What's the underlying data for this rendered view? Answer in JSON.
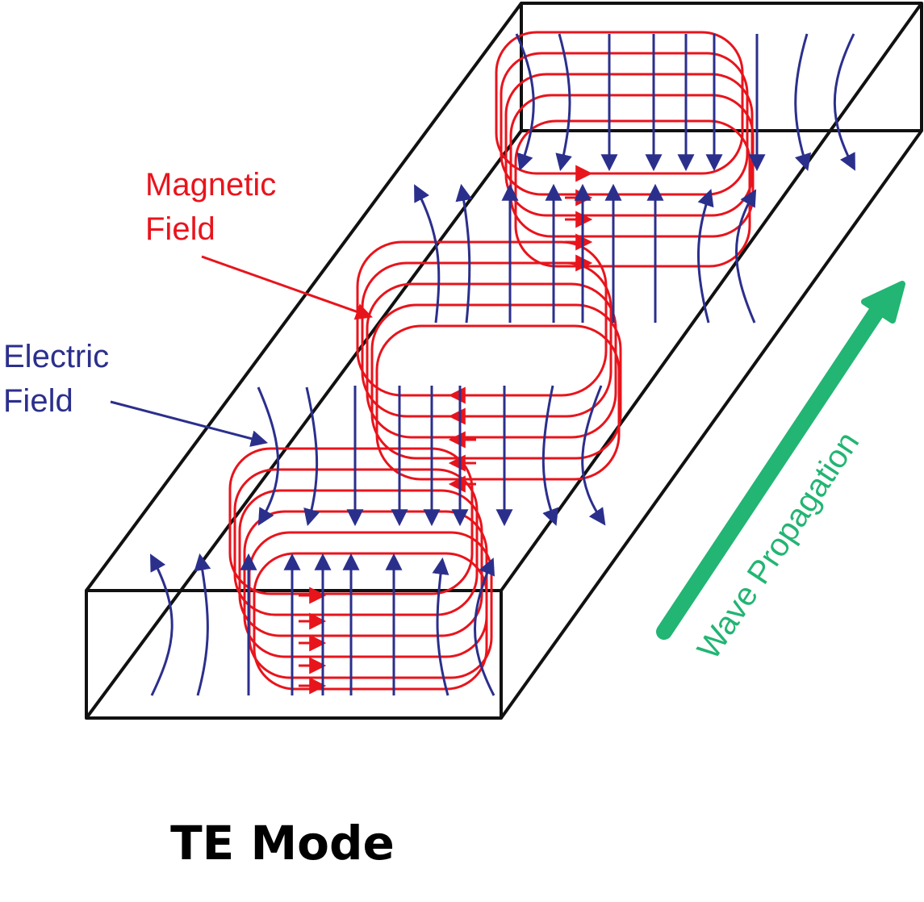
{
  "labels": {
    "magnetic": [
      "Magnetic",
      "Field"
    ],
    "electric": [
      "Electric",
      "Field"
    ],
    "propagation": "Wave Propagation",
    "title": "TE Mode"
  },
  "colors": {
    "outline": "#111111",
    "magnetic": "#e8141c",
    "electric": "#2b2f8c",
    "propagation": "#22b573",
    "title": "#000000"
  }
}
